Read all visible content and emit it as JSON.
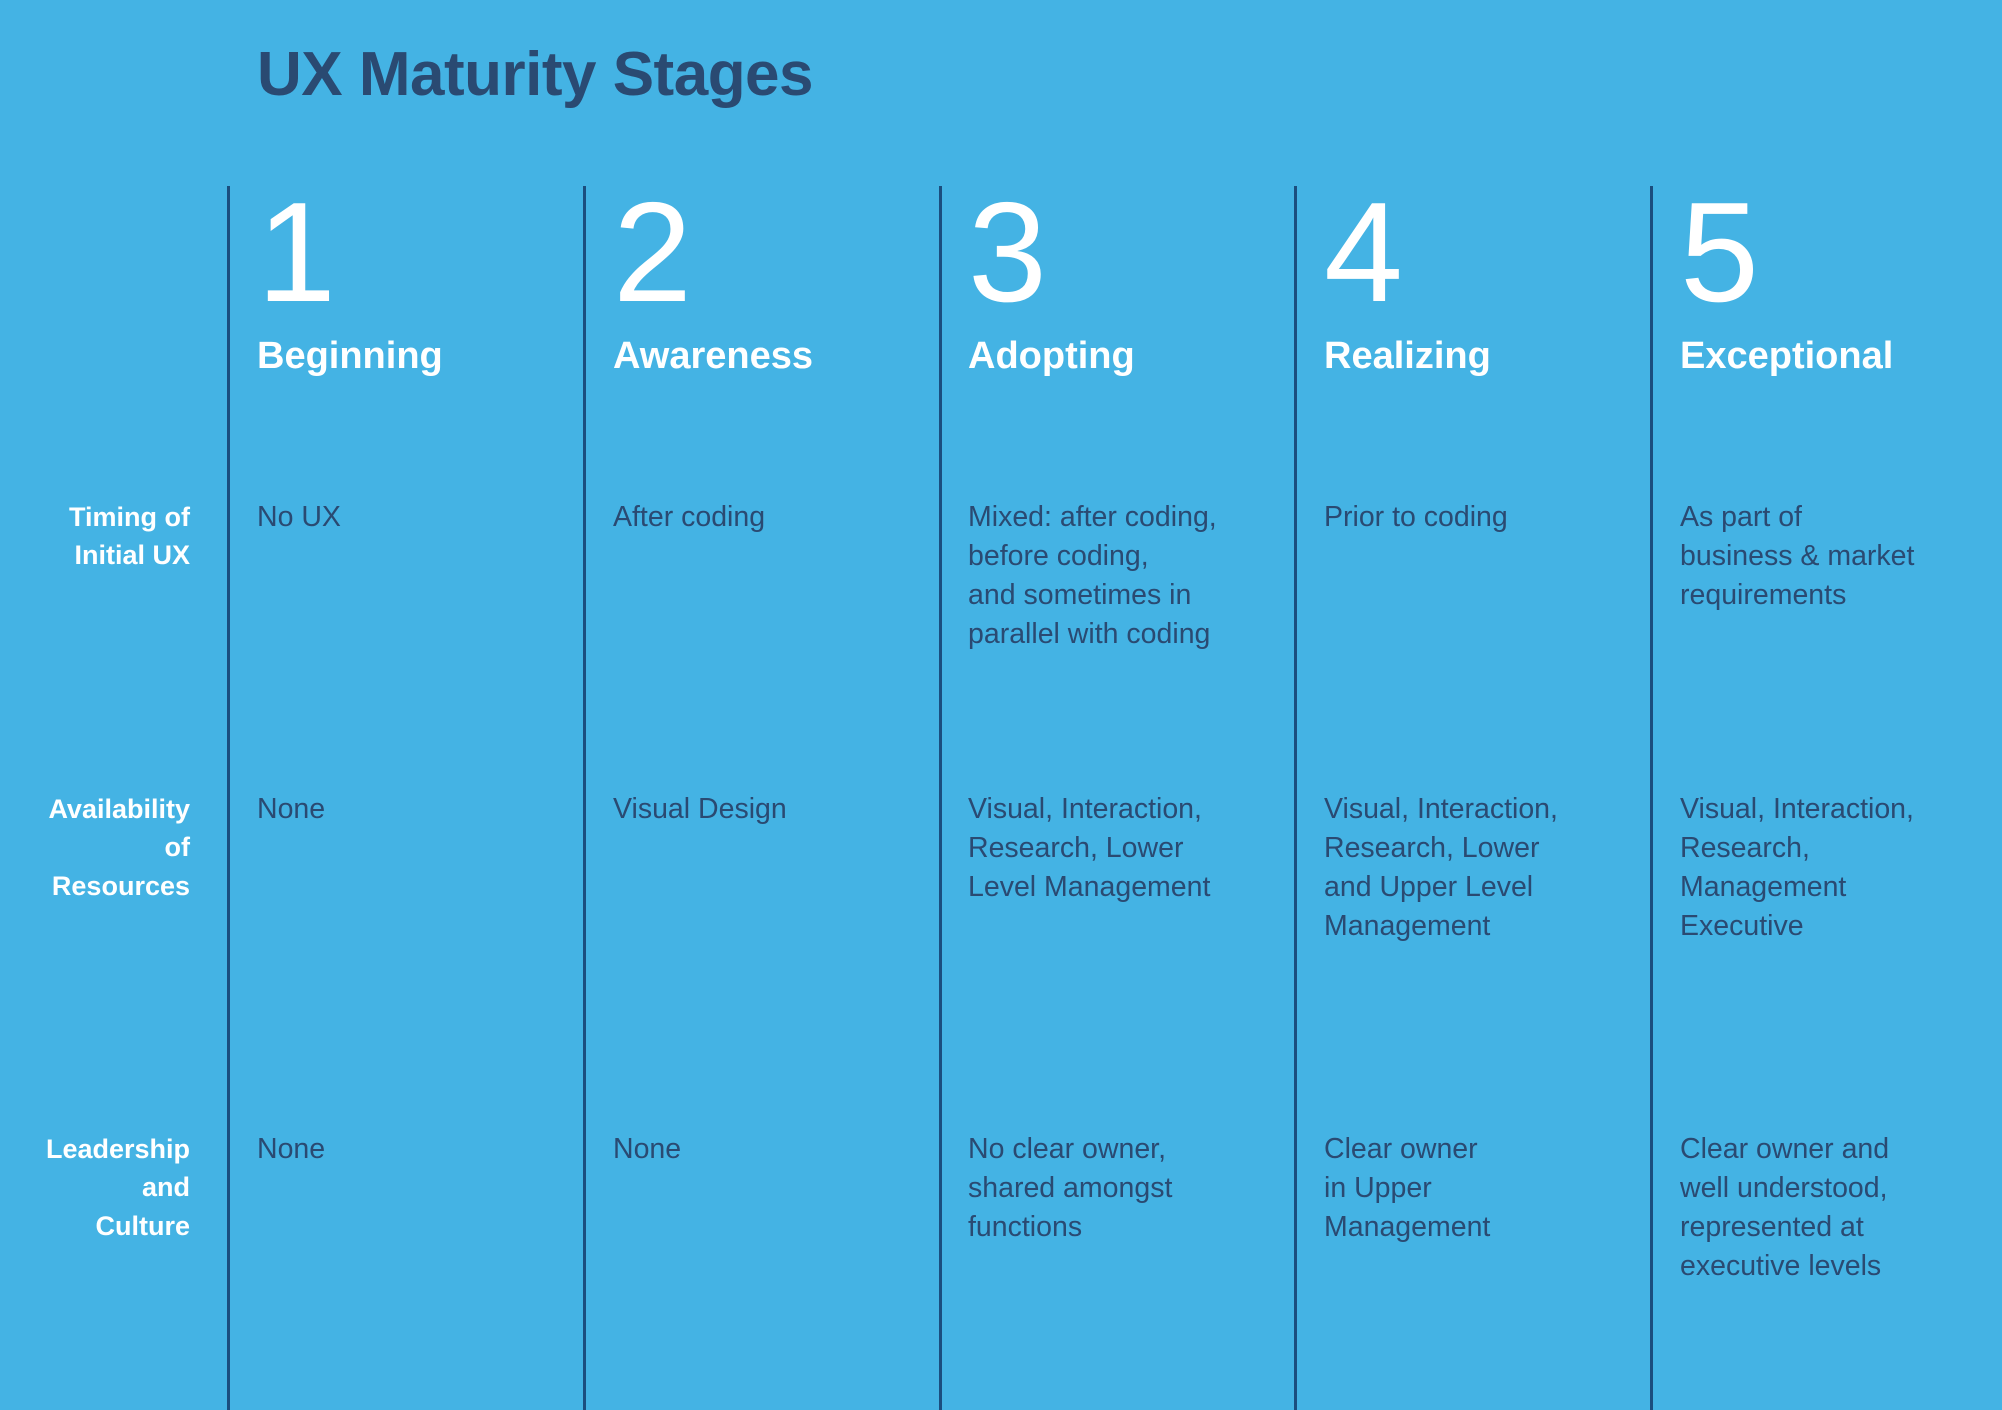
{
  "title": "UX Maturity Stages",
  "colors": {
    "background": "#44B3E4",
    "divider": "#1B4E7E",
    "heading_text": "#FFFFFF",
    "body_text": "#2A4A72",
    "title_text": "#2A4A72"
  },
  "columns": [
    {
      "number": "1",
      "name": "Beginning"
    },
    {
      "number": "2",
      "name": "Awareness"
    },
    {
      "number": "3",
      "name": "Adopting"
    },
    {
      "number": "4",
      "name": "Realizing"
    },
    {
      "number": "5",
      "name": "Exceptional"
    }
  ],
  "rows": [
    {
      "label": "Timing of\nInitial UX",
      "cells": [
        "No UX",
        "After coding",
        "Mixed: after coding,\nbefore coding,\nand sometimes in\nparallel with coding",
        "Prior to coding",
        "As part of\nbusiness & market\nrequirements"
      ]
    },
    {
      "label": "Availability\nof\nResources",
      "cells": [
        "None",
        "Visual Design",
        "Visual, Interaction,\nResearch, Lower\nLevel Management",
        "Visual, Interaction,\nResearch, Lower\nand Upper Level\nManagement",
        "Visual, Interaction,\nResearch,\nManagement\nExecutive"
      ]
    },
    {
      "label": "Leadership\nand\nCulture",
      "cells": [
        "None",
        "None",
        "No clear owner,\nshared amongst\nfunctions",
        "Clear owner\nin Upper\nManagement",
        "Clear owner and\nwell understood,\nrepresented at\nexecutive levels"
      ]
    }
  ]
}
